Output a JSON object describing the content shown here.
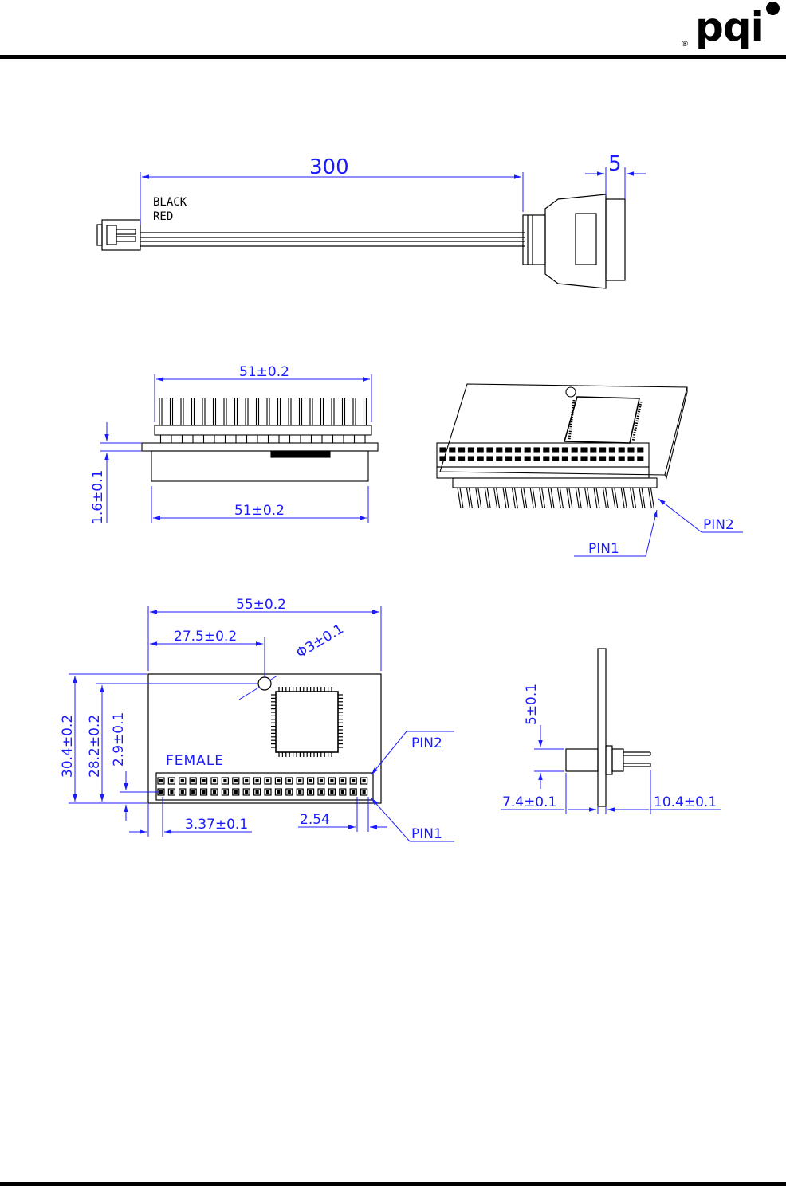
{
  "brand": {
    "logo_text": "pqi",
    "registered_mark": "®"
  },
  "cable_view": {
    "length_label": "300",
    "end_label": "5",
    "wire_labels": [
      "BLACK",
      "RED"
    ]
  },
  "side_view": {
    "pin_width_label": "51±0.2",
    "board_width_label": "51±0.2",
    "thickness_label": "1.6±0.1"
  },
  "iso_view": {
    "pin2_label": "PIN2",
    "pin1_label": "PIN1"
  },
  "top_view": {
    "width_label": "55±0.2",
    "half_width_label": "27.5±0.2",
    "hole_label": "Φ3±0.1",
    "height_label": "30.4±0.2",
    "hole_height_label": "28.2±0.2",
    "row_offset_label": "2.9±0.1",
    "female_label": "FEMALE",
    "pin_offset_label": "3.37±0.1",
    "pitch_label": "2.54",
    "pin2_label": "PIN2",
    "pin1_label": "PIN1"
  },
  "edge_view": {
    "height_label": "5±0.1",
    "left_label": "7.4±0.1",
    "right_label": "10.4±0.1"
  },
  "colors": {
    "dimension": "#1b1bff",
    "line": "#000000"
  }
}
